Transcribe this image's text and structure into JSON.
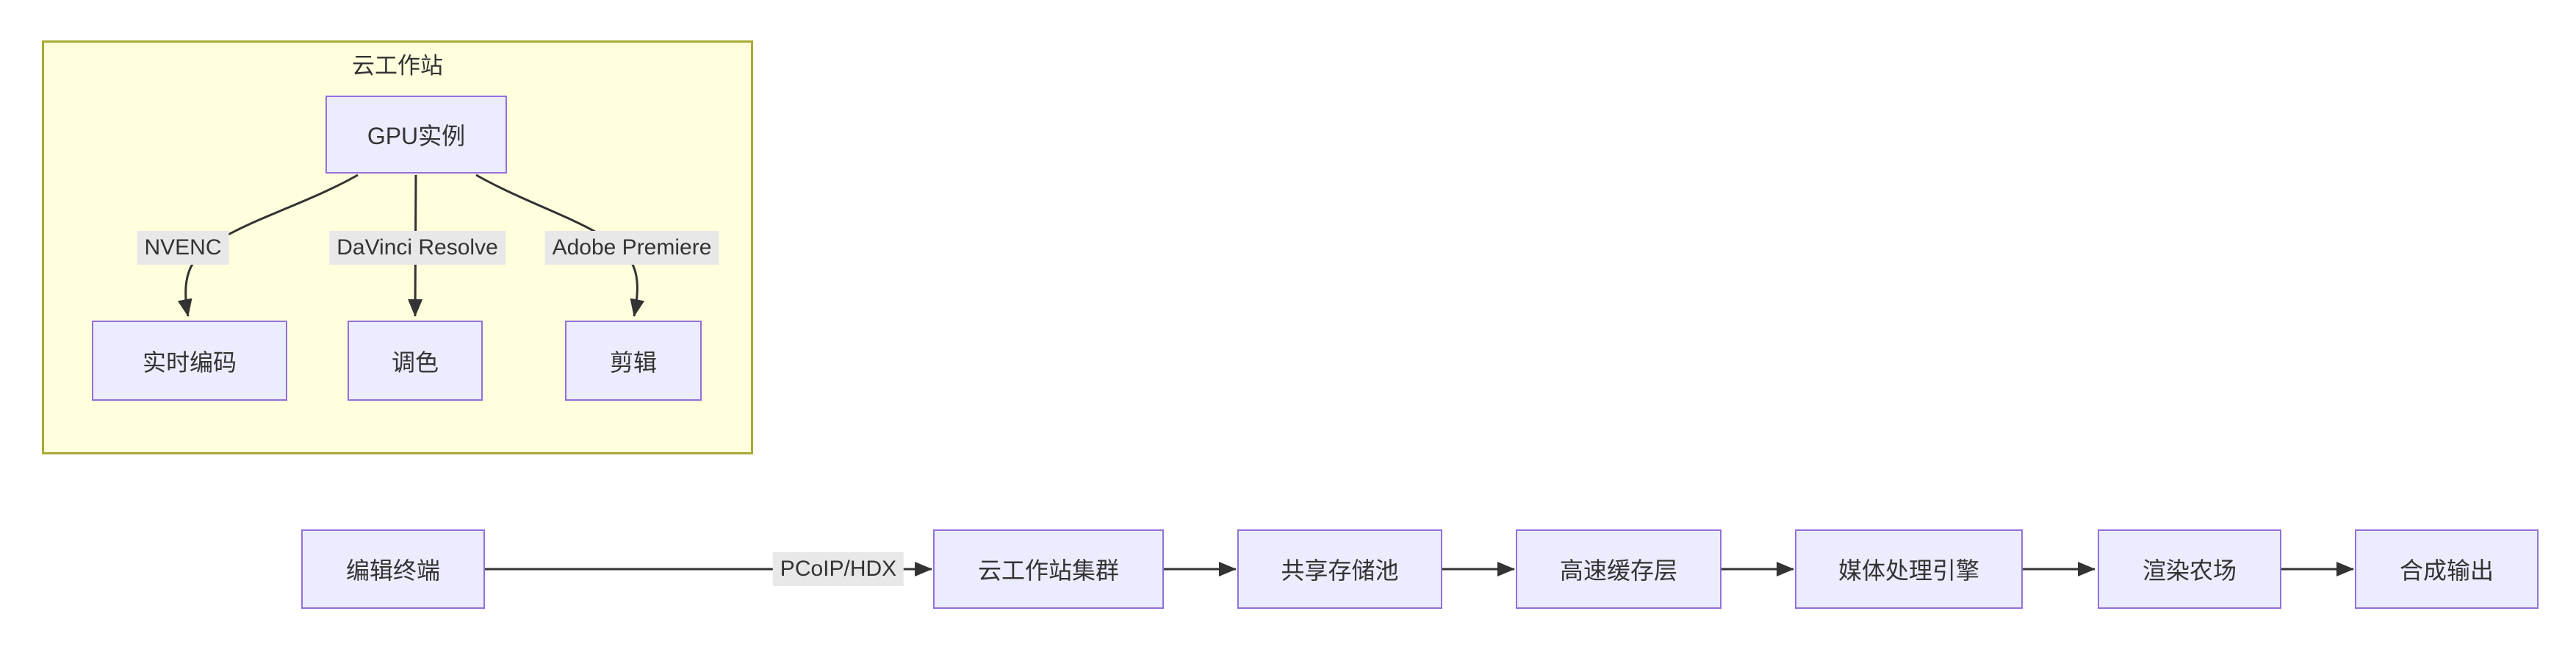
{
  "diagram": {
    "cluster": {
      "title": "云工作站"
    },
    "nodes": {
      "gpu": {
        "label": "GPU实例"
      },
      "encode": {
        "label": "实时编码"
      },
      "grade": {
        "label": "调色"
      },
      "edit": {
        "label": "剪辑"
      },
      "terminal": {
        "label": "编辑终端"
      },
      "cluster": {
        "label": "云工作站集群"
      },
      "storage": {
        "label": "共享存储池"
      },
      "cache": {
        "label": "高速缓存层"
      },
      "engine": {
        "label": "媒体处理引擎"
      },
      "render": {
        "label": "渲染农场"
      },
      "output": {
        "label": "合成输出"
      }
    },
    "edge_labels": {
      "nvenc": "NVENC",
      "davinci": "DaVinci Resolve",
      "premiere": "Adobe Premiere",
      "pcoip": "PCoIP/HDX"
    },
    "edges": [
      {
        "from": "gpu",
        "to": "encode",
        "label": "NVENC"
      },
      {
        "from": "gpu",
        "to": "grade",
        "label": "DaVinci Resolve"
      },
      {
        "from": "gpu",
        "to": "edit",
        "label": "Adobe Premiere"
      },
      {
        "from": "terminal",
        "to": "cluster",
        "label": "PCoIP/HDX"
      },
      {
        "from": "cluster",
        "to": "storage",
        "label": ""
      },
      {
        "from": "storage",
        "to": "cache",
        "label": ""
      },
      {
        "from": "cache",
        "to": "engine",
        "label": ""
      },
      {
        "from": "engine",
        "to": "render",
        "label": ""
      },
      {
        "from": "render",
        "to": "output",
        "label": ""
      }
    ],
    "colors": {
      "node_fill": "#ECECFF",
      "node_border": "#9370DB",
      "cluster_fill": "#FFFFDE",
      "cluster_border": "#AAAA33",
      "edge_label_bg": "#E8E8E8",
      "line": "#333333",
      "text": "#333333"
    }
  }
}
